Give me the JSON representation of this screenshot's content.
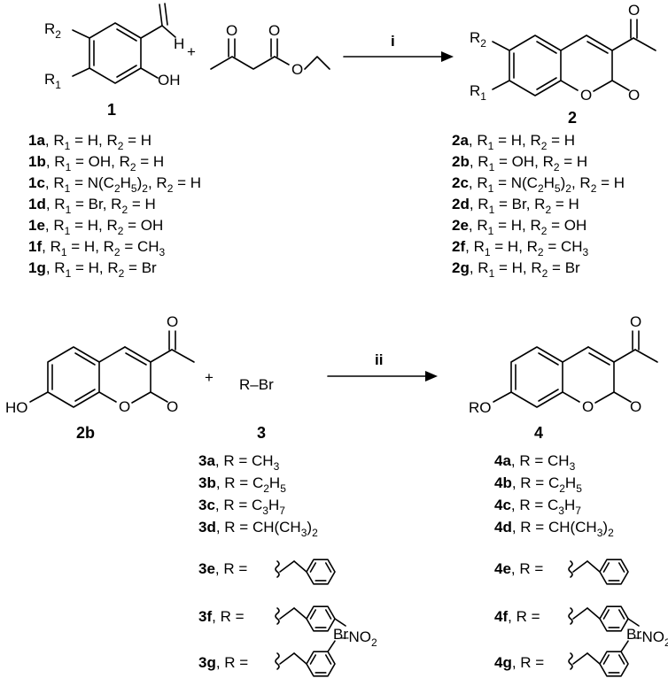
{
  "scheme": {
    "reaction1": {
      "step_label": "i",
      "plus": "+",
      "reactant_number": "1",
      "product_number": "2",
      "atoms": {
        "aldehyde_h": "H",
        "phenol_oh": "OH",
        "r1": "R1",
        "r2": "R2",
        "carbonyl_o": "O",
        "ring_o": "O"
      },
      "reactant_list": [
        {
          "id": "1a",
          "text": ", R1 = H, R2 = H"
        },
        {
          "id": "1b",
          "text": ", R1 = OH, R2 = H"
        },
        {
          "id": "1c",
          "text": ", R1 = N(C2H5)2, R2 = H"
        },
        {
          "id": "1d",
          "text": ", R1 = Br, R2 = H"
        },
        {
          "id": "1e",
          "text": ", R1 = H, R2 = OH"
        },
        {
          "id": "1f",
          "text": ", R1 = H, R2 = CH3"
        },
        {
          "id": "1g",
          "text": ", R1 = H, R2 = Br"
        }
      ],
      "product_list": [
        {
          "id": "2a",
          "text": ", R1 = H, R2 = H"
        },
        {
          "id": "2b",
          "text": ", R1 = OH, R2 = H"
        },
        {
          "id": "2c",
          "text": ", R1 = N(C2H5)2, R2 = H"
        },
        {
          "id": "2d",
          "text": ", R1 = Br, R2 = H"
        },
        {
          "id": "2e",
          "text": ", R1 = H, R2 = OH"
        },
        {
          "id": "2f",
          "text": ", R1 = H, R2 = CH3"
        },
        {
          "id": "2g",
          "text": ", R1 = H, R2 = Br"
        }
      ]
    },
    "reaction2": {
      "step_label": "ii",
      "plus": "+",
      "start_number": "2b",
      "reagent_number": "3",
      "product_number": "4",
      "reagent_formula": "R–Br",
      "atoms": {
        "ho": "HO",
        "ro": "RO",
        "o": "O",
        "no2": "NO2",
        "br": "Br"
      },
      "reagent_list": [
        {
          "id": "3a",
          "text": ", R = CH3"
        },
        {
          "id": "3b",
          "text": ", R = C2H5"
        },
        {
          "id": "3c",
          "text": ", R = C3H7"
        },
        {
          "id": "3d",
          "text": ", R = CH(CH3)2"
        },
        {
          "id": "3e",
          "text": ", R ="
        },
        {
          "id": "3f",
          "text": ", R ="
        },
        {
          "id": "3g",
          "text": ", R ="
        }
      ],
      "product_list": [
        {
          "id": "4a",
          "text": ", R = CH3"
        },
        {
          "id": "4b",
          "text": ", R = C2H5"
        },
        {
          "id": "4c",
          "text": ", R = C3H7"
        },
        {
          "id": "4d",
          "text": ", R = CH(CH3)2"
        },
        {
          "id": "4e",
          "text": ", R ="
        },
        {
          "id": "4f",
          "text": ", R ="
        },
        {
          "id": "4g",
          "text": ", R ="
        }
      ]
    }
  }
}
